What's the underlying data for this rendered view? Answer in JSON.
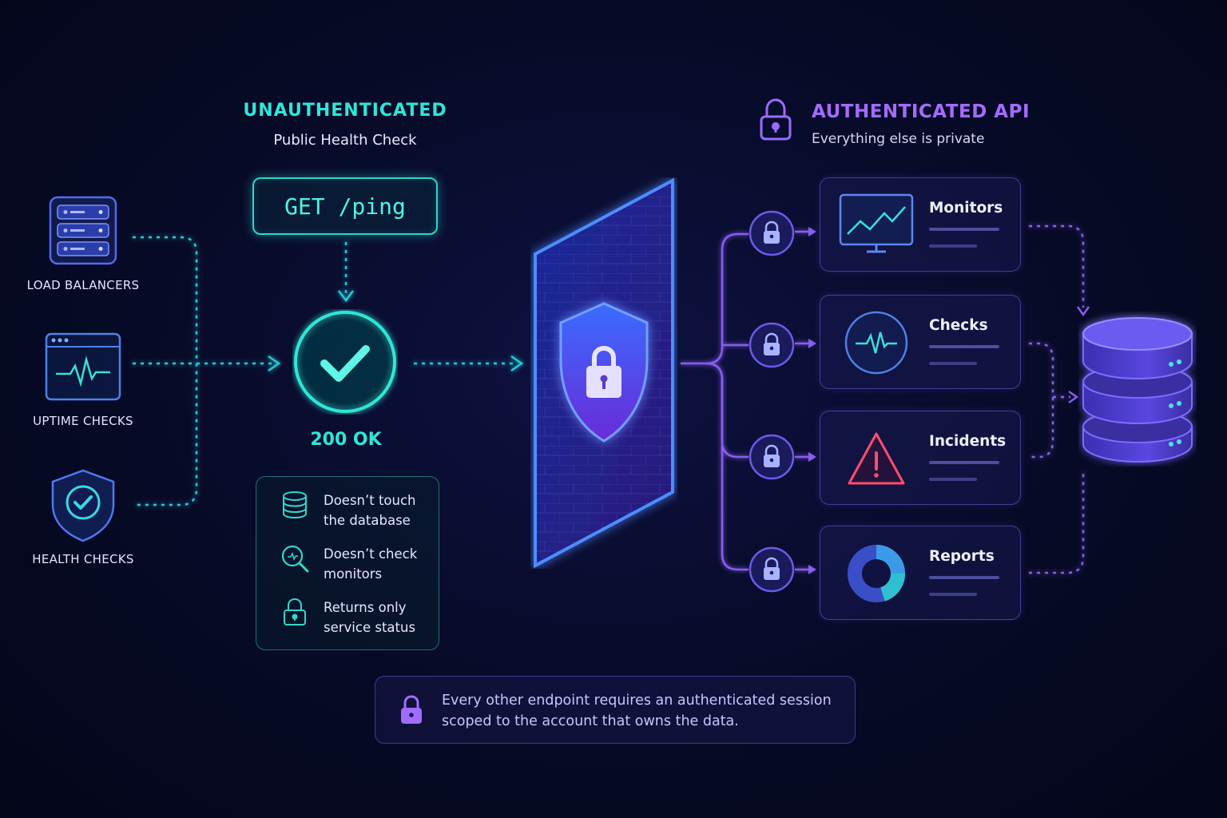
{
  "sources": [
    {
      "label": "LOAD BALANCERS",
      "icon": "server-stack-icon"
    },
    {
      "label": "UPTIME CHECKS",
      "icon": "pulse-window-icon"
    },
    {
      "label": "HEALTH CHECKS",
      "icon": "shield-check-icon"
    }
  ],
  "public": {
    "title": "UNAUTHENTICATED",
    "subtitle": "Public Health Check",
    "endpoint": "GET /ping",
    "status": "200 OK",
    "facts": [
      {
        "text": "Doesn’t touch the database",
        "icon": "database-icon"
      },
      {
        "text": "Doesn’t check monitors",
        "icon": "magnifier-icon"
      },
      {
        "text": "Returns only service status",
        "icon": "lock-icon"
      }
    ]
  },
  "private": {
    "title": "AUTHENTICATED API",
    "subtitle": "Everything else is private",
    "resources": [
      {
        "title": "Monitors",
        "icon": "monitor-chart-icon"
      },
      {
        "title": "Checks",
        "icon": "heartbeat-icon"
      },
      {
        "title": "Incidents",
        "icon": "warning-triangle-icon"
      },
      {
        "title": "Reports",
        "icon": "donut-chart-icon"
      }
    ]
  },
  "footer_note": "Every other endpoint requires an authenticated session scoped to the account that owns the data.",
  "colors": {
    "public_accent": "#2fe6d8",
    "private_accent": "#a46bff",
    "alert": "#ff4d6d"
  }
}
